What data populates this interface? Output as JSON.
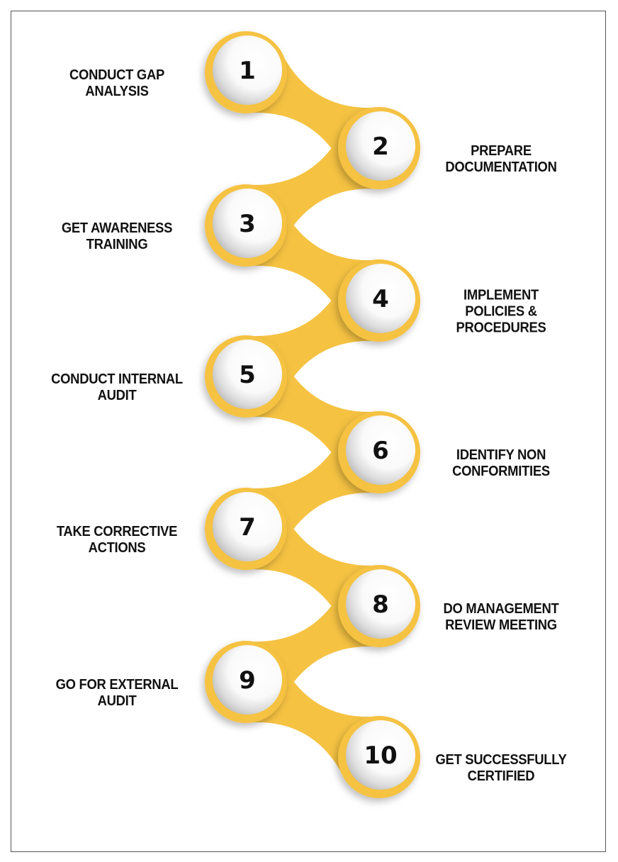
{
  "title": "Certification process steps",
  "colors": {
    "accent": "#F5C242",
    "accent_dark": "#E0A82A",
    "text": "#111111",
    "border": "#555555"
  },
  "steps": [
    {
      "number": "1",
      "label": "CONDUCT GAP\nANALYSIS"
    },
    {
      "number": "2",
      "label": "PREPARE\nDOCUMENTATION"
    },
    {
      "number": "3",
      "label": "GET AWARENESS\nTRAINING"
    },
    {
      "number": "4",
      "label": "IMPLEMENT\nPOLICIES &\nPROCEDURES"
    },
    {
      "number": "5",
      "label": "CONDUCT INTERNAL\nAUDIT"
    },
    {
      "number": "6",
      "label": "IDENTIFY NON\nCONFORMITIES"
    },
    {
      "number": "7",
      "label": "TAKE CORRECTIVE\nACTIONS"
    },
    {
      "number": "8",
      "label": "DO MANAGEMENT\nREVIEW MEETING"
    },
    {
      "number": "9",
      "label": "GO FOR EXTERNAL\nAUDIT"
    },
    {
      "number": "10",
      "label": "GET SUCCESSFULLY\nCERTIFIED"
    }
  ]
}
